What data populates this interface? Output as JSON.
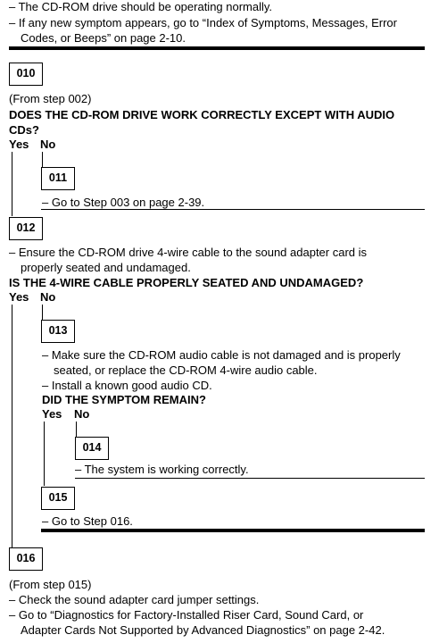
{
  "top_lines": [
    "– The CD-ROM drive should be operating normally.",
    "– If any new symptom appears, go to “Index of Symptoms, Messages, Error",
    "Codes, or Beeps” on page 2-10."
  ],
  "steps": {
    "s010": "010",
    "s011": "011",
    "s012": "012",
    "s013": "013",
    "s014": "014",
    "s015": "015",
    "s016": "016"
  },
  "step010": {
    "from": "(From step 002)",
    "question_line1": "DOES THE CD-ROM DRIVE WORK CORRECTLY EXCEPT WITH AUDIO",
    "question_line2": "CDs?",
    "yes": "Yes",
    "no": "No"
  },
  "step011": {
    "action": "– Go to Step 003 on page 2-39."
  },
  "step012": {
    "action_line1": "– Ensure the CD-ROM drive 4-wire cable to the sound adapter card is",
    "action_line2": "properly seated and undamaged.",
    "question": "IS THE 4-WIRE CABLE PROPERLY SEATED AND UNDAMAGED?",
    "yes": "Yes",
    "no": "No"
  },
  "step013": {
    "action1_line1": "– Make sure the CD-ROM audio cable is not damaged and is properly",
    "action1_line2": "seated, or replace the CD-ROM 4-wire audio cable.",
    "action2": "– Install a known good audio CD.",
    "question": "DID THE SYMPTOM REMAIN?",
    "yes": "Yes",
    "no": "No"
  },
  "step014": {
    "action": "– The system is working correctly."
  },
  "step015": {
    "action": "– Go to Step 016."
  },
  "step016": {
    "from": "(From step 015)",
    "action1": "– Check the sound adapter card jumper settings.",
    "action2_line1": "– Go to “Diagnostics for Factory-Installed Riser Card, Sound Card, or",
    "action2_line2": "Adapter Cards Not Supported by Advanced Diagnostics” on page 2-42."
  }
}
